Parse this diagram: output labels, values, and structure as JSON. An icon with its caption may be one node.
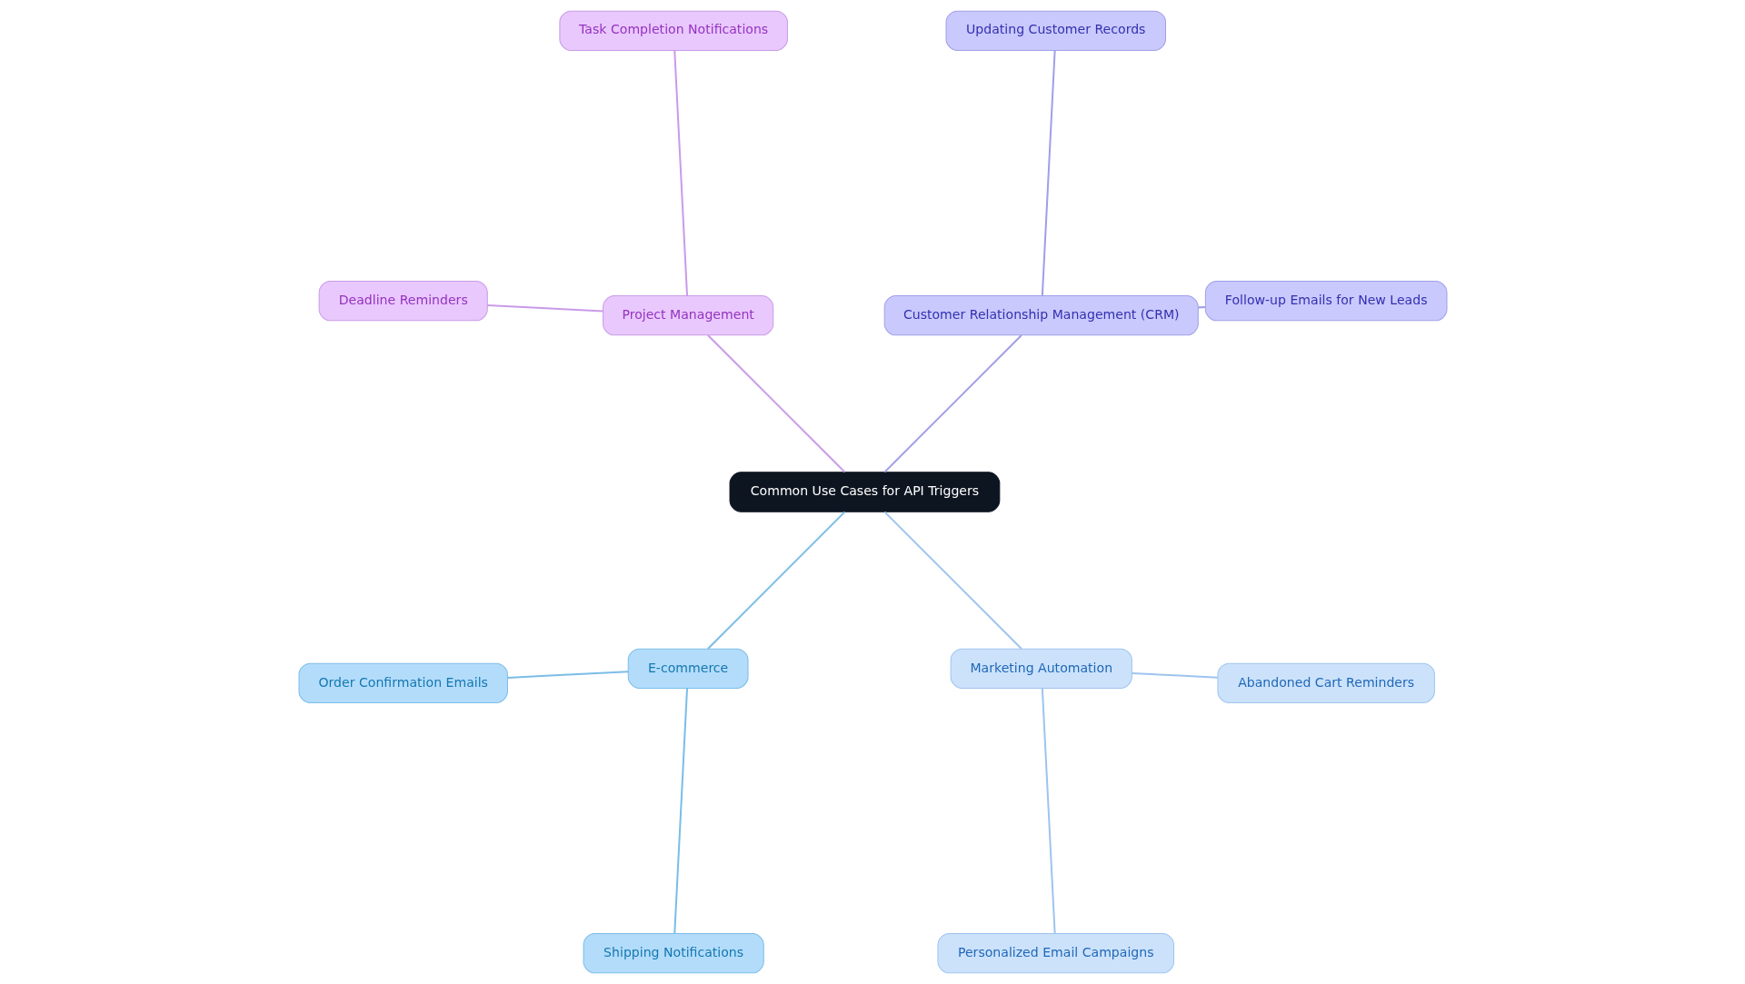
{
  "diagram": {
    "nodes": [
      {
        "text": [
          "Common Use Cases for API Triggers"
        ]
      },
      {
        "text": [
          "Customer Relationship Management (CRM)"
        ]
      },
      {
        "text": [
          "Follow-up Emails for New Leads"
        ]
      },
      {
        "text": [
          "Updating Customer Records"
        ]
      },
      {
        "text": [
          "Project Management"
        ]
      },
      {
        "text": [
          "Task Completion Notifications"
        ]
      },
      {
        "text": [
          "Deadline Reminders"
        ]
      },
      {
        "text": [
          "E-commerce"
        ]
      },
      {
        "text": [
          "Order Confirmation Emails"
        ]
      },
      {
        "text": [
          "Shipping Notifications"
        ]
      },
      {
        "text": [
          "Marketing Automation"
        ]
      },
      {
        "text": [
          "Personalized Email Campaigns"
        ]
      },
      {
        "text": [
          "Abandoned Cart Reminders"
        ]
      }
    ],
    "edges": [
      {
        "from": 0,
        "to": 1,
        "arrow": "none",
        "color": "#a09ee8"
      },
      {
        "from": 1,
        "to": 2,
        "arrow": "none",
        "color": "#a09ee8"
      },
      {
        "from": 1,
        "to": 3,
        "arrow": "none",
        "color": "#a09ee8"
      },
      {
        "from": 0,
        "to": 4,
        "arrow": "none",
        "color": "#c99be8"
      },
      {
        "from": 4,
        "to": 5,
        "arrow": "none",
        "color": "#c99be8"
      },
      {
        "from": 4,
        "to": 6,
        "arrow": "none",
        "color": "#c99be8"
      },
      {
        "from": 0,
        "to": 7,
        "arrow": "none",
        "color": "#7bbde8"
      },
      {
        "from": 7,
        "to": 8,
        "arrow": "none",
        "color": "#7bbde8"
      },
      {
        "from": 7,
        "to": 9,
        "arrow": "none",
        "color": "#7bbde8"
      },
      {
        "from": 0,
        "to": 10,
        "arrow": "none",
        "color": "#9ec4ee"
      },
      {
        "from": 10,
        "to": 11,
        "arrow": "none",
        "color": "#9ec4ee"
      },
      {
        "from": 10,
        "to": 12,
        "arrow": "none",
        "color": "#9ec4ee"
      }
    ]
  }
}
